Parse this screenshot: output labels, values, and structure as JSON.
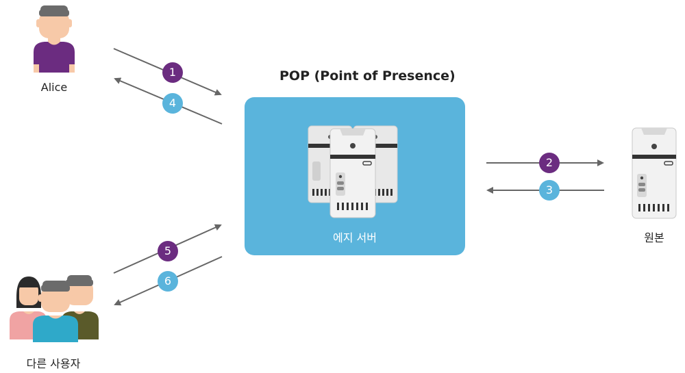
{
  "nodes": {
    "alice": "Alice",
    "others": "다른 사용자",
    "pop_title": "POP (Point of Presence)",
    "edge_server": "에지 서버",
    "origin": "원본"
  },
  "steps": [
    "1",
    "2",
    "3",
    "4",
    "5",
    "6"
  ],
  "colors": {
    "pop_box": "#5ab4dc",
    "step_purple": "#6b2c80",
    "step_blue": "#5ab4dc",
    "arrow": "#666666"
  }
}
